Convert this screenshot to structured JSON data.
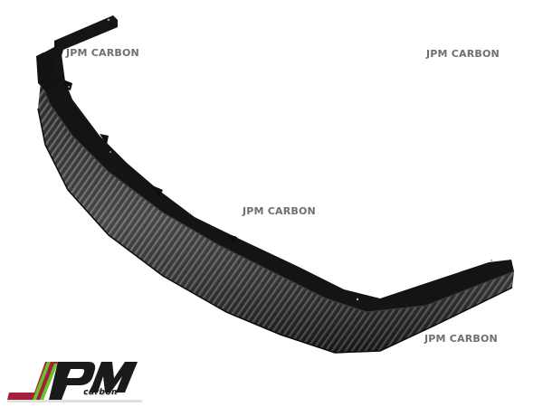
{
  "image": {
    "subject": "carbon fiber front lip spoiler",
    "background_color": "#ffffff",
    "material_color": "#1b1b1b",
    "weave_highlight_color": "#8a8a8a"
  },
  "watermarks": [
    {
      "text": "JPM CARBON",
      "position": "top-left"
    },
    {
      "text": "JPM CARBON",
      "position": "top-right"
    },
    {
      "text": "JPM CARBON",
      "position": "center"
    },
    {
      "text": "JPM CARBON",
      "position": "bottom-right"
    }
  ],
  "watermark_color": "#6f6f6f",
  "logo": {
    "main_text": "JPM",
    "sub_text": "carbon",
    "colors": {
      "red": "#a3203c",
      "green": "#6cc12a",
      "black": "#1a1a1a"
    }
  }
}
